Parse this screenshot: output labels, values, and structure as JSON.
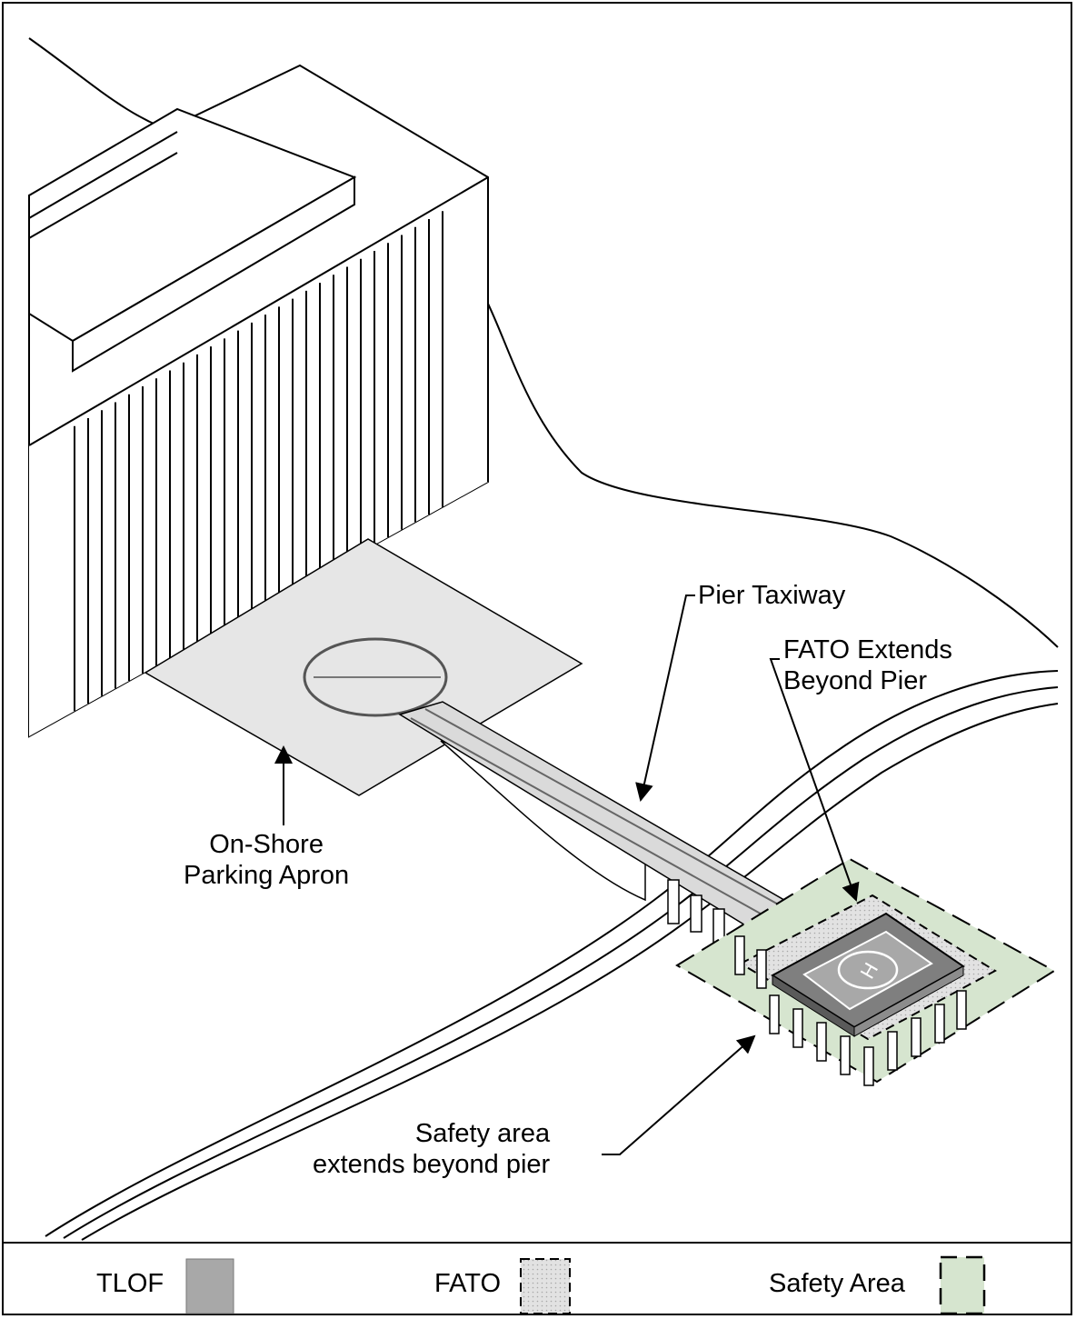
{
  "callouts": {
    "pier_taxiway": "Pier Taxiway",
    "fato_extends": "FATO Extends\nBeyond Pier",
    "onshore_apron": "On-Shore\nParking Apron",
    "safety_area_extends": "Safety area\nextends beyond pier"
  },
  "helipad_marking": "H",
  "legend": {
    "tlof": "TLOF",
    "fato": "FATO",
    "safety_area": "Safety Area"
  },
  "colors": {
    "tlof": "#a8a8a8",
    "fato": "#e2e2e2",
    "safety_area": "#d6e5cf",
    "apron": "#e6e6e6",
    "line": "#000000"
  }
}
